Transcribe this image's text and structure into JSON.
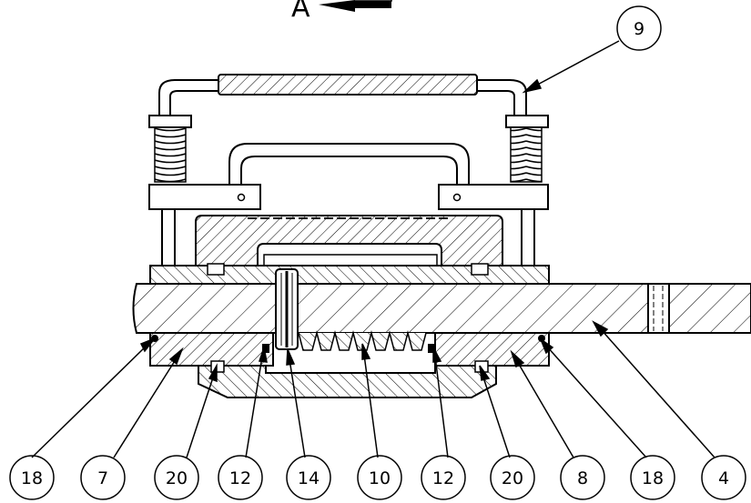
{
  "drawing": {
    "view_label": "A",
    "balloons": [
      {
        "label": "9"
      },
      {
        "label": "18"
      },
      {
        "label": "7"
      },
      {
        "label": "20"
      },
      {
        "label": "12"
      },
      {
        "label": "14"
      },
      {
        "label": "10"
      },
      {
        "label": "12"
      },
      {
        "label": "20"
      },
      {
        "label": "8"
      },
      {
        "label": "18"
      },
      {
        "label": "4"
      }
    ]
  }
}
